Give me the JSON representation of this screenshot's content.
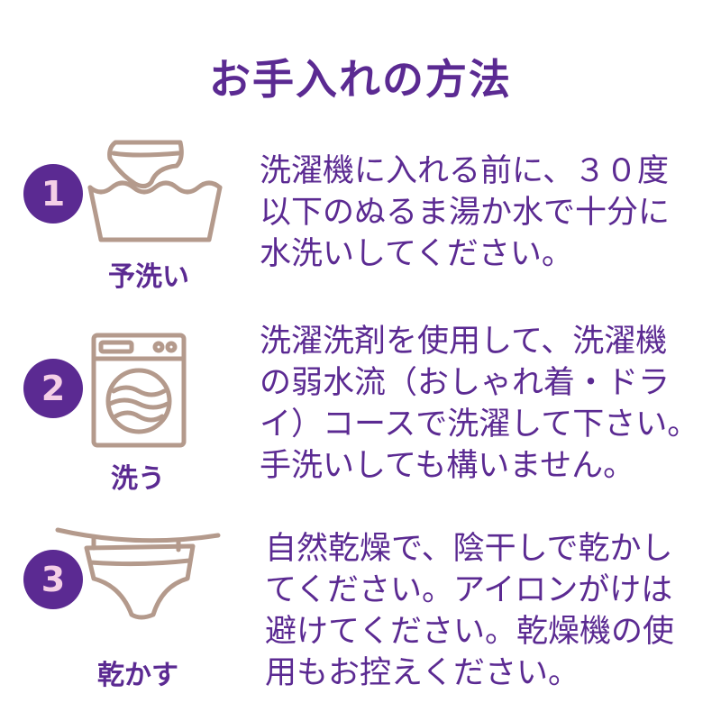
{
  "title": "お手入れの方法",
  "colors": {
    "accent": "#5b2a92",
    "badge_text": "#f4cfe6",
    "icon_stroke": "#b49a8c"
  },
  "steps": [
    {
      "number": "1",
      "label": "予洗い",
      "icon": "basin-with-garment-icon",
      "lines": [
        "洗濯機に入れる前に、３０度",
        "以下のぬるま湯か水で十分に",
        "水洗いしてください。"
      ]
    },
    {
      "number": "2",
      "label": "洗う",
      "icon": "washing-machine-icon",
      "lines": [
        "洗濯洗剤を使用して、洗濯機",
        "の弱水流（おしゃれ着・ドラ",
        "イ）コースで洗濯して下さい。",
        "手洗いしても構いません。"
      ]
    },
    {
      "number": "3",
      "label": "乾かす",
      "icon": "clothesline-garment-icon",
      "lines": [
        "自然乾燥で、陰干しで乾かし",
        "てください。アイロンがけは",
        "避けてください。乾燥機の使",
        "用もお控えください。"
      ]
    }
  ]
}
